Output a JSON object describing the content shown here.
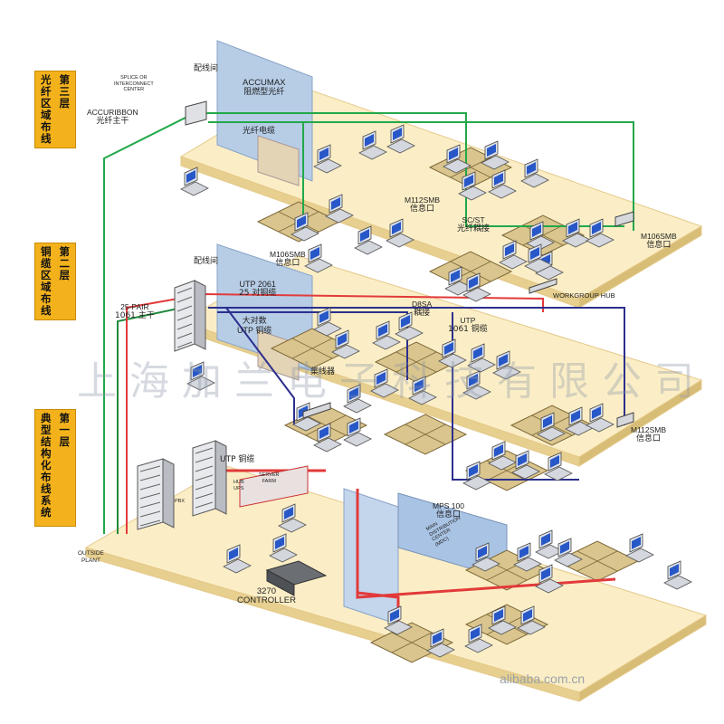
{
  "floor_labels": [
    {
      "id": "floor3",
      "col_left": [
        "光",
        "纤",
        "区",
        "域",
        "布",
        "线"
      ],
      "col_right": [
        "第",
        "三",
        "层"
      ]
    },
    {
      "id": "floor2",
      "col_left": [
        "铜",
        "缆",
        "区",
        "域",
        "布",
        "线"
      ],
      "col_right": [
        "第",
        "二",
        "层"
      ]
    },
    {
      "id": "floor1",
      "col_left": [
        "典",
        "型",
        "结",
        "构",
        "化",
        "布",
        "线",
        "系",
        "统"
      ],
      "col_right": [
        "第",
        "一",
        "层"
      ]
    }
  ],
  "labels": {
    "splice": "SPLICE OR",
    "interconnect": "INTERCONNECT",
    "center": "CENTER",
    "accuribbon": "ACCURIBBON",
    "fiber_trunk": "光纤主干",
    "wiring_closet_3": "配线间",
    "accumax": "ACCUMAX",
    "accumax_cn": "阻燃型光纤",
    "fiber_cable": "光纤电缆",
    "m112smb_3": "M112SMB",
    "outlet_a": "信息口",
    "scst": "SC/ST",
    "scst_cn": "光纤耦接",
    "m106smb_left": "M106SMB",
    "outlet_b": "信息口",
    "m106smb_right": "M106SMB",
    "outlet_c": "信息口",
    "wiring_closet_2": "配线间",
    "utp2061": "UTP 2061",
    "utp2061_cn": "25 对铜缆",
    "pair25": "25-PAIR",
    "pair25_cn": "1061 主干",
    "d8sa": "D8SA",
    "d8sa_cn": "耦接",
    "workgroup_hub": "WORKGROUP HUB",
    "big_utp_cn": "大对数",
    "big_utp": "UTP 铜缆",
    "utp1061": "UTP",
    "utp1061_b": "1061 铜缆",
    "hub_cn": "集线器",
    "m112smb_2": "M112SMB",
    "outlet_d": "信息口",
    "utp_cu": "UTP 铜缆",
    "server": "SERVER",
    "farm": "FARM",
    "hub": "HUB",
    "ups": "UPS",
    "pbx": "PBX",
    "mps100": "MPS 100",
    "outlet_e": "信息口",
    "main_dist_1": "MAIN",
    "main_dist_2": "DISTRIBUTION",
    "main_dist_3": "CENTER",
    "main_dist_4": "(MDC)",
    "outside": "OUTSIDE",
    "plant": "PLANT",
    "c3270": "3270",
    "controller": "CONTROLLER"
  },
  "watermark": "上海加兰电子科技有限公司",
  "footer": "alibaba.com.cn",
  "colors": {
    "floor_fill": "#fbeec6",
    "floor_edge": "#e5c98a",
    "grid_fill": "#d9c58d",
    "grid_line": "#7d6838",
    "label_bg": "#f3b21c",
    "fiber": "#22a84a",
    "copper_blue": "#2c2f8e",
    "red_trunk": "#e23a3a",
    "shaft": "#b7cde6",
    "monitor": "#dfe3ea",
    "screen": "#2857c7"
  }
}
